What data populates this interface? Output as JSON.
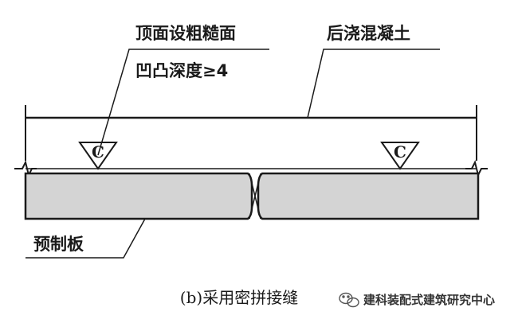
{
  "labels": {
    "roughness_line1": "顶面设粗糙面",
    "roughness_line2": "凹凸深度≥4",
    "cast_in_place": "后浇混凝土",
    "precast_slab": "预制板"
  },
  "markers": [
    "C",
    "C"
  ],
  "caption": "(b)采用密拼接缝",
  "watermark": {
    "text": "建科装配式建筑研究中心",
    "icon": "wechat-icon"
  },
  "colors": {
    "line": "#1a1a1a",
    "slab_fill": "#d4d4d4",
    "background": "#ffffff"
  }
}
